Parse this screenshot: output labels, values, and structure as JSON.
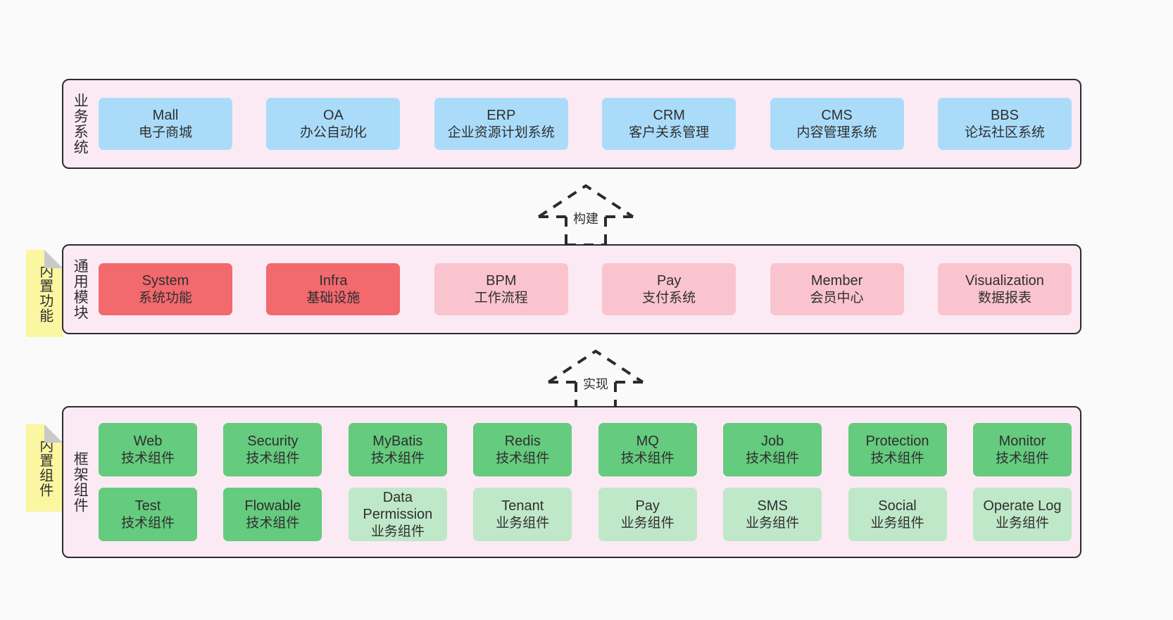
{
  "diagram": {
    "background_color": "#fafafa",
    "layer_fill": "#fbeaf4",
    "note_fill": "#fbf6a0",
    "colors": {
      "business": "#aadcfa",
      "module_core": "#f2696e",
      "module_plain": "#fac4ce",
      "tech_component": "#65cb7e",
      "business_component": "#bfe8c8"
    }
  },
  "layers": [
    {
      "id": "business-system",
      "title": "业务系统",
      "rows": [
        {
          "cards": [
            {
              "title": "Mall",
              "subtitle": "电子商城",
              "style": "c-blue"
            },
            {
              "title": "OA",
              "subtitle": "办公自动化",
              "style": "c-blue"
            },
            {
              "title": "ERP",
              "subtitle": "企业资源计划系统",
              "style": "c-blue"
            },
            {
              "title": "CRM",
              "subtitle": "客户关系管理",
              "style": "c-blue"
            },
            {
              "title": "CMS",
              "subtitle": "内容管理系统",
              "style": "c-blue"
            },
            {
              "title": "BBS",
              "subtitle": "论坛社区系统",
              "style": "c-blue"
            }
          ]
        }
      ]
    },
    {
      "id": "common-module",
      "title": "通用模块",
      "note": "内置功能",
      "rows": [
        {
          "cards": [
            {
              "title": "System",
              "subtitle": "系统功能",
              "style": "c-red"
            },
            {
              "title": "Infra",
              "subtitle": "基础设施",
              "style": "c-red"
            },
            {
              "title": "BPM",
              "subtitle": "工作流程",
              "style": "c-pink"
            },
            {
              "title": "Pay",
              "subtitle": "支付系统",
              "style": "c-pink"
            },
            {
              "title": "Member",
              "subtitle": "会员中心",
              "style": "c-pink"
            },
            {
              "title": "Visualization",
              "subtitle": "数据报表",
              "style": "c-pink"
            }
          ]
        }
      ]
    },
    {
      "id": "framework-component",
      "title": "框架组件",
      "note": "内置组件",
      "rows": [
        {
          "cards": [
            {
              "title": "Web",
              "subtitle": "技术组件",
              "style": "c-green"
            },
            {
              "title": "Security",
              "subtitle": "技术组件",
              "style": "c-green"
            },
            {
              "title": "MyBatis",
              "subtitle": "技术组件",
              "style": "c-green"
            },
            {
              "title": "Redis",
              "subtitle": "技术组件",
              "style": "c-green"
            },
            {
              "title": "MQ",
              "subtitle": "技术组件",
              "style": "c-green"
            },
            {
              "title": "Job",
              "subtitle": "技术组件",
              "style": "c-green"
            },
            {
              "title": "Protection",
              "subtitle": "技术组件",
              "style": "c-green"
            },
            {
              "title": "Monitor",
              "subtitle": "技术组件",
              "style": "c-green"
            }
          ]
        },
        {
          "cards": [
            {
              "title": "Test",
              "subtitle": "技术组件",
              "style": "c-green"
            },
            {
              "title": "Flowable",
              "subtitle": "技术组件",
              "style": "c-green"
            },
            {
              "title": "Data",
              "title2": "Permission",
              "subtitle": "业务组件",
              "style": "c-lightgreen"
            },
            {
              "title": "Tenant",
              "subtitle": "业务组件",
              "style": "c-lightgreen"
            },
            {
              "title": "Pay",
              "subtitle": "业务组件",
              "style": "c-lightgreen"
            },
            {
              "title": "SMS",
              "subtitle": "业务组件",
              "style": "c-lightgreen"
            },
            {
              "title": "Social",
              "subtitle": "业务组件",
              "style": "c-lightgreen"
            },
            {
              "title": "Operate Log",
              "subtitle": "业务组件",
              "style": "c-lightgreen"
            }
          ]
        }
      ]
    }
  ],
  "connectors": [
    {
      "id": "build",
      "label": "构建"
    },
    {
      "id": "implement",
      "label": "实现"
    }
  ]
}
